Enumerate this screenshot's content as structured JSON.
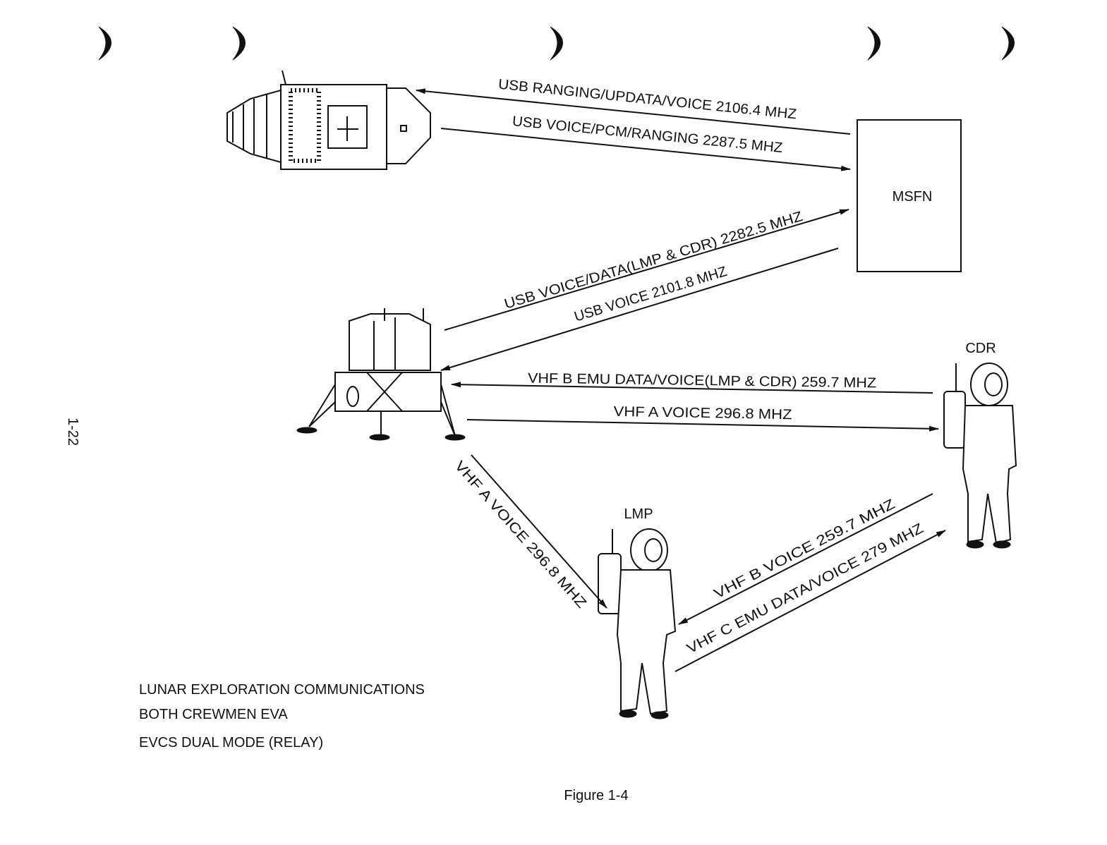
{
  "page_number": "1-22",
  "figure_label": "Figure 1-4",
  "caption": {
    "line1": "LUNAR EXPLORATION COMMUNICATIONS",
    "line2": "BOTH CREWMEN EVA",
    "line3": "EVCS DUAL MODE (RELAY)"
  },
  "nodes": {
    "msfn": "MSFN",
    "cdr": "CDR",
    "lmp": "LMP"
  },
  "links": [
    {
      "label": "USB RANGING/UPDATA/VOICE 2106.4 MHZ",
      "from": "MSFN",
      "to": "CSM"
    },
    {
      "label": "USB VOICE/PCM/RANGING 2287.5 MHZ",
      "from": "CSM",
      "to": "MSFN"
    },
    {
      "label": "USB VOICE/DATA(LMP & CDR) 2282.5 MHZ",
      "from": "LM",
      "to": "MSFN"
    },
    {
      "label": "USB VOICE 2101.8 MHZ",
      "from": "MSFN",
      "to": "LM"
    },
    {
      "label": "VHF B EMU DATA/VOICE(LMP & CDR) 259.7 MHZ",
      "from": "CDR",
      "to": "LM"
    },
    {
      "label": "VHF A VOICE 296.8 MHZ",
      "from": "LM",
      "to": "CDR"
    },
    {
      "label": "VHF A VOICE 296.8 MHZ",
      "from": "LM",
      "to": "LMP"
    },
    {
      "label": "VHF B VOICE 259.7 MHZ",
      "from": "CDR",
      "to": "LMP"
    },
    {
      "label": "VHF C EMU DATA/VOICE 279 MHZ",
      "from": "LMP",
      "to": "CDR"
    }
  ]
}
